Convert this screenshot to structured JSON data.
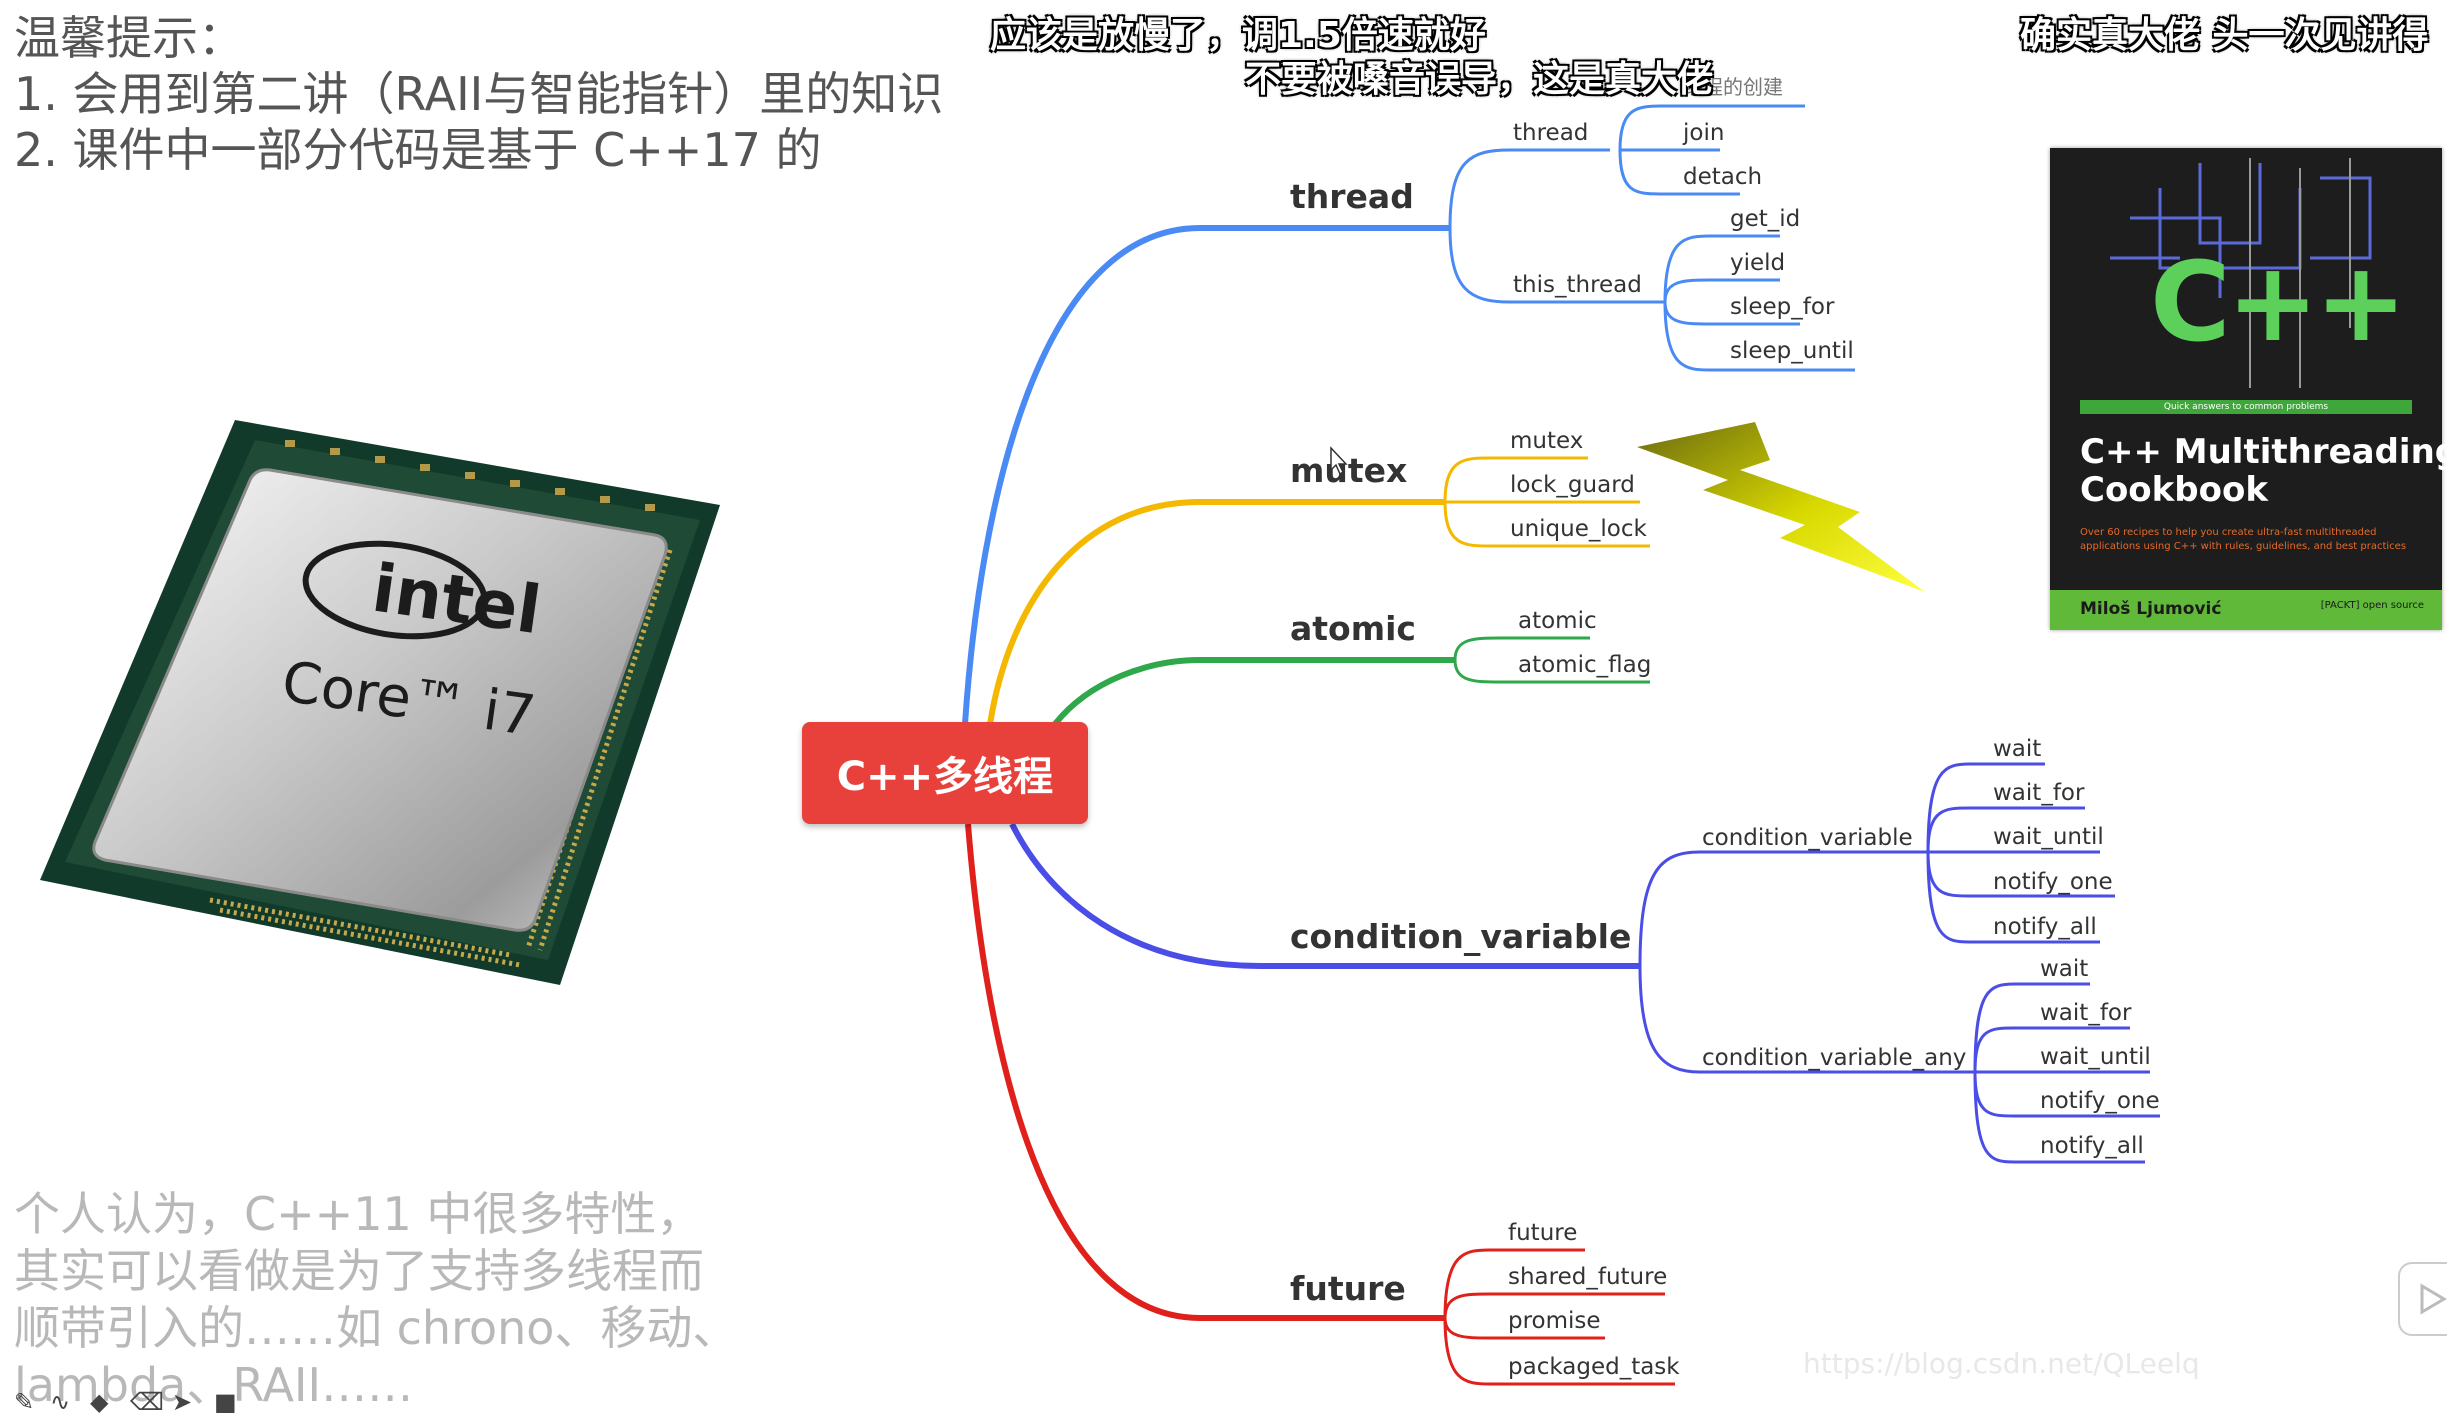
{
  "tips": {
    "heading": "温馨提示：",
    "line1": "1. 会用到第二讲（RAII与智能指针）里的知识",
    "line2": "2. 课件中一部分代码是基于 C++17 的"
  },
  "note": {
    "line1": "个人认为，C++11 中很多特性，",
    "line2": "其实可以看做是为了支持多线程而",
    "line3": "顺带引入的……如 chrono、移动、",
    "line4": "lambda、RAII……"
  },
  "danmaku": [
    "应该是放慢了，调1.5倍速就好",
    "不要被嗓音误导，这是真大佬",
    "确实真大佬 头一次见讲得"
  ],
  "cpu": {
    "brand": "intel",
    "model": "Core™ i7"
  },
  "mindmap": {
    "center": "C++多线程",
    "colors": {
      "thread": "#4a8af4",
      "mutex": "#f5b800",
      "atomic": "#2ea84a",
      "condition_variable": "#4b4ee6",
      "future": "#e0201b",
      "center": "#e8413c"
    },
    "thread": {
      "label": "thread",
      "sub1": "thread",
      "sub1_leaves": [
        "线程的创建",
        "join",
        "detach"
      ],
      "sub2": "this_thread",
      "sub2_leaves": [
        "get_id",
        "yield",
        "sleep_for",
        "sleep_until"
      ]
    },
    "mutex": {
      "label": "mutex",
      "leaves": [
        "mutex",
        "lock_guard",
        "unique_lock"
      ]
    },
    "atomic": {
      "label": "atomic",
      "leaves": [
        "atomic",
        "atomic_flag"
      ]
    },
    "condition_variable": {
      "label": "condition_variable",
      "sub1": "condition_variable",
      "sub1_leaves": [
        "wait",
        "wait_for",
        "wait_until",
        "notify_one",
        "notify_all"
      ],
      "sub2": "condition_variable_any",
      "sub2_leaves": [
        "wait",
        "wait_for",
        "wait_until",
        "notify_one",
        "notify_all"
      ]
    },
    "future": {
      "label": "future",
      "leaves": [
        "future",
        "shared_future",
        "promise",
        "packaged_task"
      ]
    }
  },
  "book": {
    "cpp_logo": "C++",
    "tagline": "Quick answers to common problems",
    "title_line1": "C++ Multithreading",
    "title_line2": "Cookbook",
    "subtitle": "Over 60 recipes to help you create ultra-fast multithreaded applications using C++ with rules, guidelines, and best practices",
    "author": "Miloš Ljumović",
    "publisher": "[PACKT] open source"
  },
  "watermark": "https://blog.csdn.net/QLeelq"
}
